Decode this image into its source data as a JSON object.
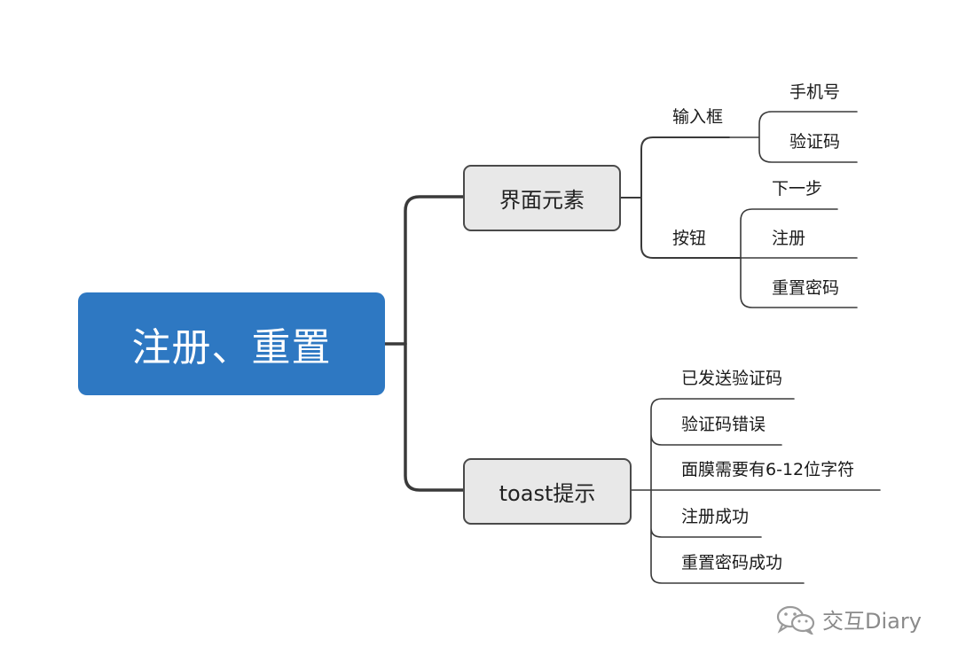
{
  "root": {
    "label": "注册、重置"
  },
  "branches": {
    "ui_elements": {
      "label": "界面元素",
      "input_box": {
        "label": "输入框",
        "items": [
          "手机号",
          "验证码"
        ]
      },
      "buttons": {
        "label": "按钮",
        "items": [
          "下一步",
          "注册",
          "重置密码"
        ]
      }
    },
    "toast": {
      "label": "toast提示",
      "items": [
        "已发送验证码",
        "验证码错误",
        "面膜需要有6-12位字符",
        "注册成功",
        "重置密码成功"
      ]
    }
  },
  "watermark": {
    "text": "交互Diary",
    "icon": "wechat-icon"
  }
}
